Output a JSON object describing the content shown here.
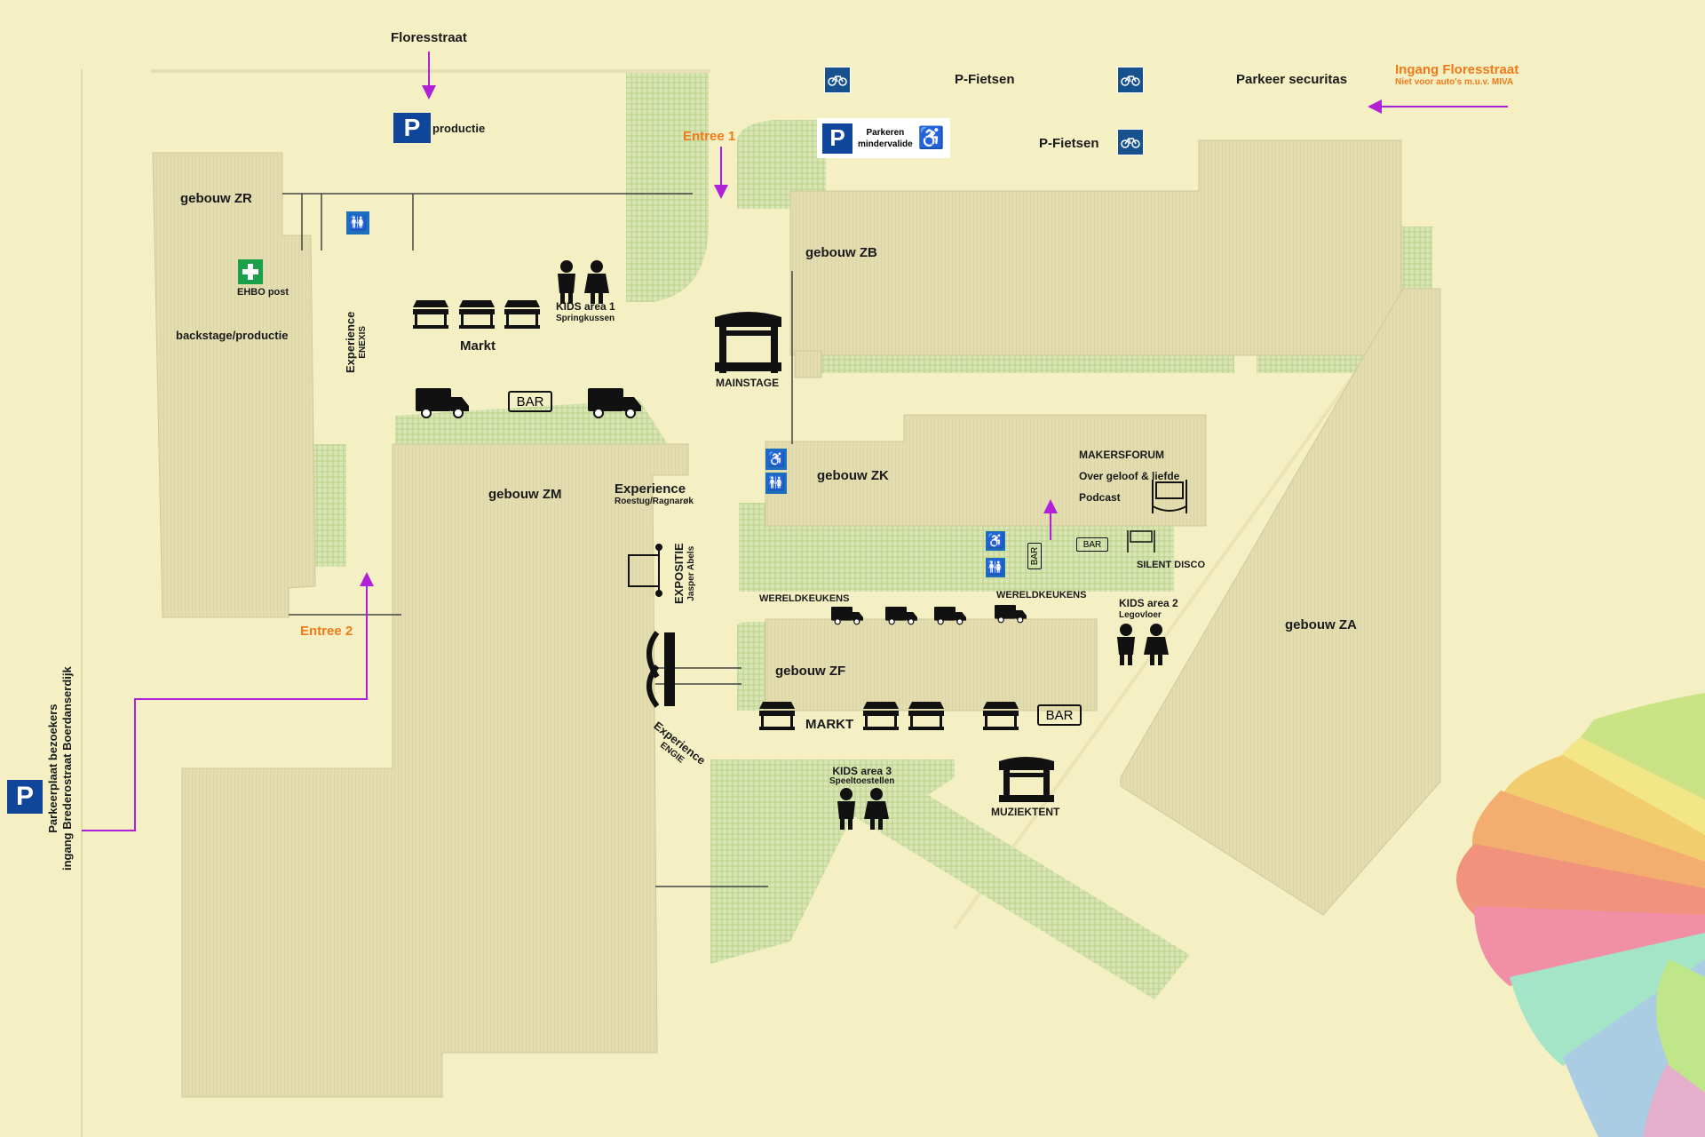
{
  "map": {
    "streets": {
      "floresstraat": "Floresstraat",
      "ingang_title": "Ingang Floresstraat",
      "ingang_sub": "Niet voor auto's m.u.v. MIVA",
      "parkeer_securitas": "Parkeer securitas",
      "parkeerplaats_line1": "Parkeerplaat bezoekers",
      "parkeerplaats_line2": "ingang Brederostraat Boerdanserdijk"
    },
    "parking": {
      "p_letter": "P",
      "productie": "productie",
      "p_fietsen_1": "P-Fietsen",
      "p_fietsen_2": "P-Fietsen",
      "mindervalide_line1": "Parkeren",
      "mindervalide_line2": "mindervalide"
    },
    "entrances": {
      "entree1": "Entree 1",
      "entree2": "Entree 2"
    },
    "buildings": {
      "zr": "gebouw ZR",
      "zb": "gebouw ZB",
      "zm": "gebouw ZM",
      "zk": "gebouw ZK",
      "zf": "gebouw ZF",
      "za": "gebouw ZA"
    },
    "facilities": {
      "ehbo": "EHBO post",
      "backstage": "backstage/productie",
      "markt": "Markt",
      "markt2": "MARKT",
      "mainstage": "MAINSTAGE",
      "muziektent": "MUZIEKTENT",
      "bar": "BAR",
      "wereldkeukens_1": "WERELDKEUKENS",
      "wereldkeukens_2": "WERELDKEUKENS",
      "silent_disco": "SILENT DISCO"
    },
    "kids": {
      "area1_title": "KIDS area 1",
      "area1_sub": "Springkussen",
      "area2_title": "KIDS area 2",
      "area2_sub": "Legovloer",
      "area3_title": "KIDS area 3",
      "area3_sub": "Speeltoestellen"
    },
    "experiences": {
      "enexis_title": "Experience",
      "enexis_sub": "ENEXIS",
      "roestug_title": "Experience",
      "roestug_sub": "Roestug/Ragnarøk",
      "expositie_title": "EXPOSITIE",
      "expositie_sub": "Jasper Abels",
      "engie_title": "Experience",
      "engie_sub": "ENGIE"
    },
    "makersforum": {
      "title": "MAKERSFORUM",
      "line2": "Over geloof & liefde",
      "line3": "Podcast"
    }
  },
  "colors": {
    "background": "#f5f0c3",
    "building": "#e3ddb0",
    "building_stroke": "#d2cc9c",
    "green_area": "#d7e5b2",
    "arrow": "#b020d8",
    "orange": "#f07a1a",
    "parking_blue": "#10469a"
  },
  "icons": [
    "parking-icon",
    "bike-icon",
    "wheelchair-icon",
    "toilet-icon",
    "first-aid-icon",
    "market-stall-icon",
    "food-truck-icon",
    "bar-icon",
    "stage-icon",
    "kids-icon",
    "podcast-icon",
    "expo-icon"
  ]
}
